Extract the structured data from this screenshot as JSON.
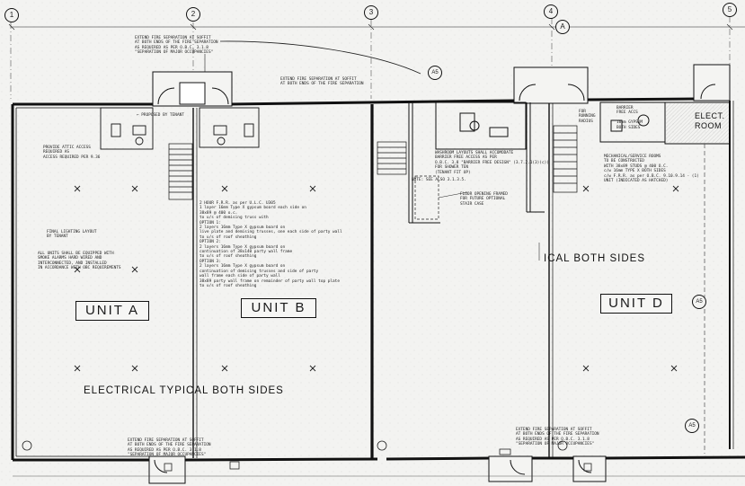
{
  "grid_markers": [
    "1",
    "2",
    "3",
    "4",
    "5"
  ],
  "units": {
    "a": "UNIT A",
    "b": "UNIT B",
    "d": "UNIT D"
  },
  "rooms": {
    "elect": "ELECT. ROOM"
  },
  "electrical_left": "ELECTRICAL TYPICAL BOTH SIDES",
  "electrical_right": "ICAL BOTH SIDES",
  "section_marks": {
    "top_a5": "A5",
    "right_a5": "A5",
    "bottom_a5": "A5",
    "top_letter": "A"
  },
  "notes": {
    "fire_top_left": "EXTEND FIRE SEPARATION AT SOFFIT\nAT BOTH ENDS OF THE FIRE SEPARATION\nAS REQUIRED AS PER O.B.C. 3.1.8\n\"SEPARATION OF MAJOR OCCUPANCIES\"",
    "fire_top_mid": "EXTEND FIRE SEPARATION AT SOFFIT\nAT BOTH ENDS OF THE FIRE SEPARATION",
    "fire_bottom_left": "EXTEND FIRE SEPARATION AT SOFFIT\nAT BOTH ENDS OF THE FIRE SEPARATION\nAS REQUIRED AS PER O.B.C. 3.1.8\n\"SEPARATION OF MAJOR OCCUPANCIES\"",
    "fire_bottom_right": "EXTEND FIRE SEPARATION AT SOFFIT\nAT BOTH ENDS OF THE FIRE SEPARATION\nAS REQUIRED AS PER O.B.C. 3.1.8\n\"SEPARATION OF MAJOR OCCUPANCIES\"",
    "washroom": "WASHROOM LAYOUTS SHALL ACCOMODATE\nBARRIER FREE ACCESS AS PER\nO.B.C. 3.8 \"BARRIER FREE DESIGN\" (3.7.2.1(3)(c))\nFOR SHOWER TEN\n(TENANT FIT UP)",
    "note_see": "NOTE: SEE ALSO 3.1.3.5.",
    "floor_opening": "FLOOR OPENING FRAMED\nFOR FUTURE OPTIONAL\nSTAIR CASE",
    "attic": "PROVIDE ATTIC ACCESS\nREQUIRED AS\nACCESS REQUIRED PER 9.36",
    "unit_lighting": "ALL UNITS SHALL BE EQUIPPED WITH\nSMOKE ALARMS HARD WIRED AND\nINTERCONNECTED, AND INSTALLED\nIN ACCORDANCE WITH OBC REQUIREMENTS",
    "final_light": "FINAL LIGHTING LAYOUT\nBY TENANT",
    "party_wall": "2 HOUR F.R.R. as per U.L.C. U305\n1 layer 16mm Type X gypsum board each side on\n38x89 @ 400 o.c.\nto u/s of demising truss with\nOPTION 1:\n2 layers 16mm Type X gypsum board on\nlive plate and demising trusses, one each side of party wall\nto u/s of roof sheathing\nOPTION 2:\n2 layers 16mm Type X gypsum board on\ncontinuation of 38x140 party wall frame\nto u/s of roof sheathing\nOPTION 3:\n2 layers 16mm Type X gypsum board on\ncontinuation of demising trusses and side of party\nwall frame each side of party wall\n38x89 party wall frame on remainder of party wall top plate\nto u/s of roof sheathing",
    "mech": "MECHANICAL/SERVICE ROOMS\nTO BE CONSTRUCTED\nWITH 38x89 STUDS @ 400 O.C.\nc/w 16mm TYPE X BOTH SIDES\nc/w F.R.R. as per O.B.C. 9.10.9.14 - (1)\nUNIT (INDICATED AS HATCHED)",
    "barrier": "BARRIER\nFREE ACCS\n\n16mm GYPSUM\nBOTH SIDES",
    "running": "FOR\nRUNNING\nRADIUS",
    "proposed": "← PROPOSED BY TENANT",
    "sections_top": "EXTEND FIRE SEPARATION AT SOFFIT\nAT BOTH ENDS OF THE FIRE SEPARATION\nAS REQUIRED AS PER O.B.C. 3.1.8\n\"SEPARATION OF MAJOR OCCUPANCIES\""
  }
}
